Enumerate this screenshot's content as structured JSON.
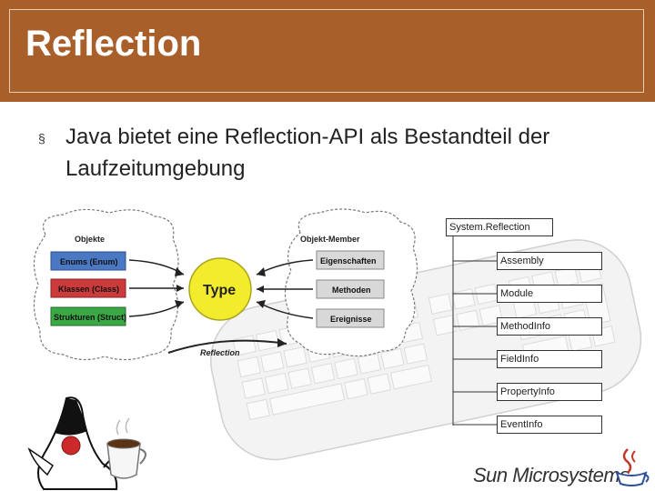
{
  "slide": {
    "title": "Reflection",
    "bullet_marker": "§",
    "bullet": "Java bietet eine Reflection-API als Bestandteil der Laufzeitumgebung"
  },
  "diagram": {
    "left_heading": "Objekte",
    "left_items": [
      {
        "label": "Enums (Enum)",
        "color": "#4a78c2"
      },
      {
        "label": "Klassen (Class)",
        "color": "#cc3b3b"
      },
      {
        "label": "Strukturen (Struct)",
        "color": "#3aa845"
      }
    ],
    "center_label": "Type",
    "center_color": "#f2ec2c",
    "right_heading": "Objekt-Member",
    "right_items": [
      "Eigenschaften",
      "Methoden",
      "Ereignisse"
    ],
    "arrow_label": "Reflection"
  },
  "hierarchy": [
    "System.Reflection",
    "Assembly",
    "Module",
    "MethodInfo",
    "FieldInfo",
    "PropertyInfo",
    "EventInfo"
  ],
  "footer": {
    "company": "Sun Microsystems"
  },
  "colors": {
    "title_bar": "#a85f2a",
    "title_text": "#ffffff"
  },
  "icons": [
    "duke-mascot-icon",
    "java-cup-icon"
  ]
}
